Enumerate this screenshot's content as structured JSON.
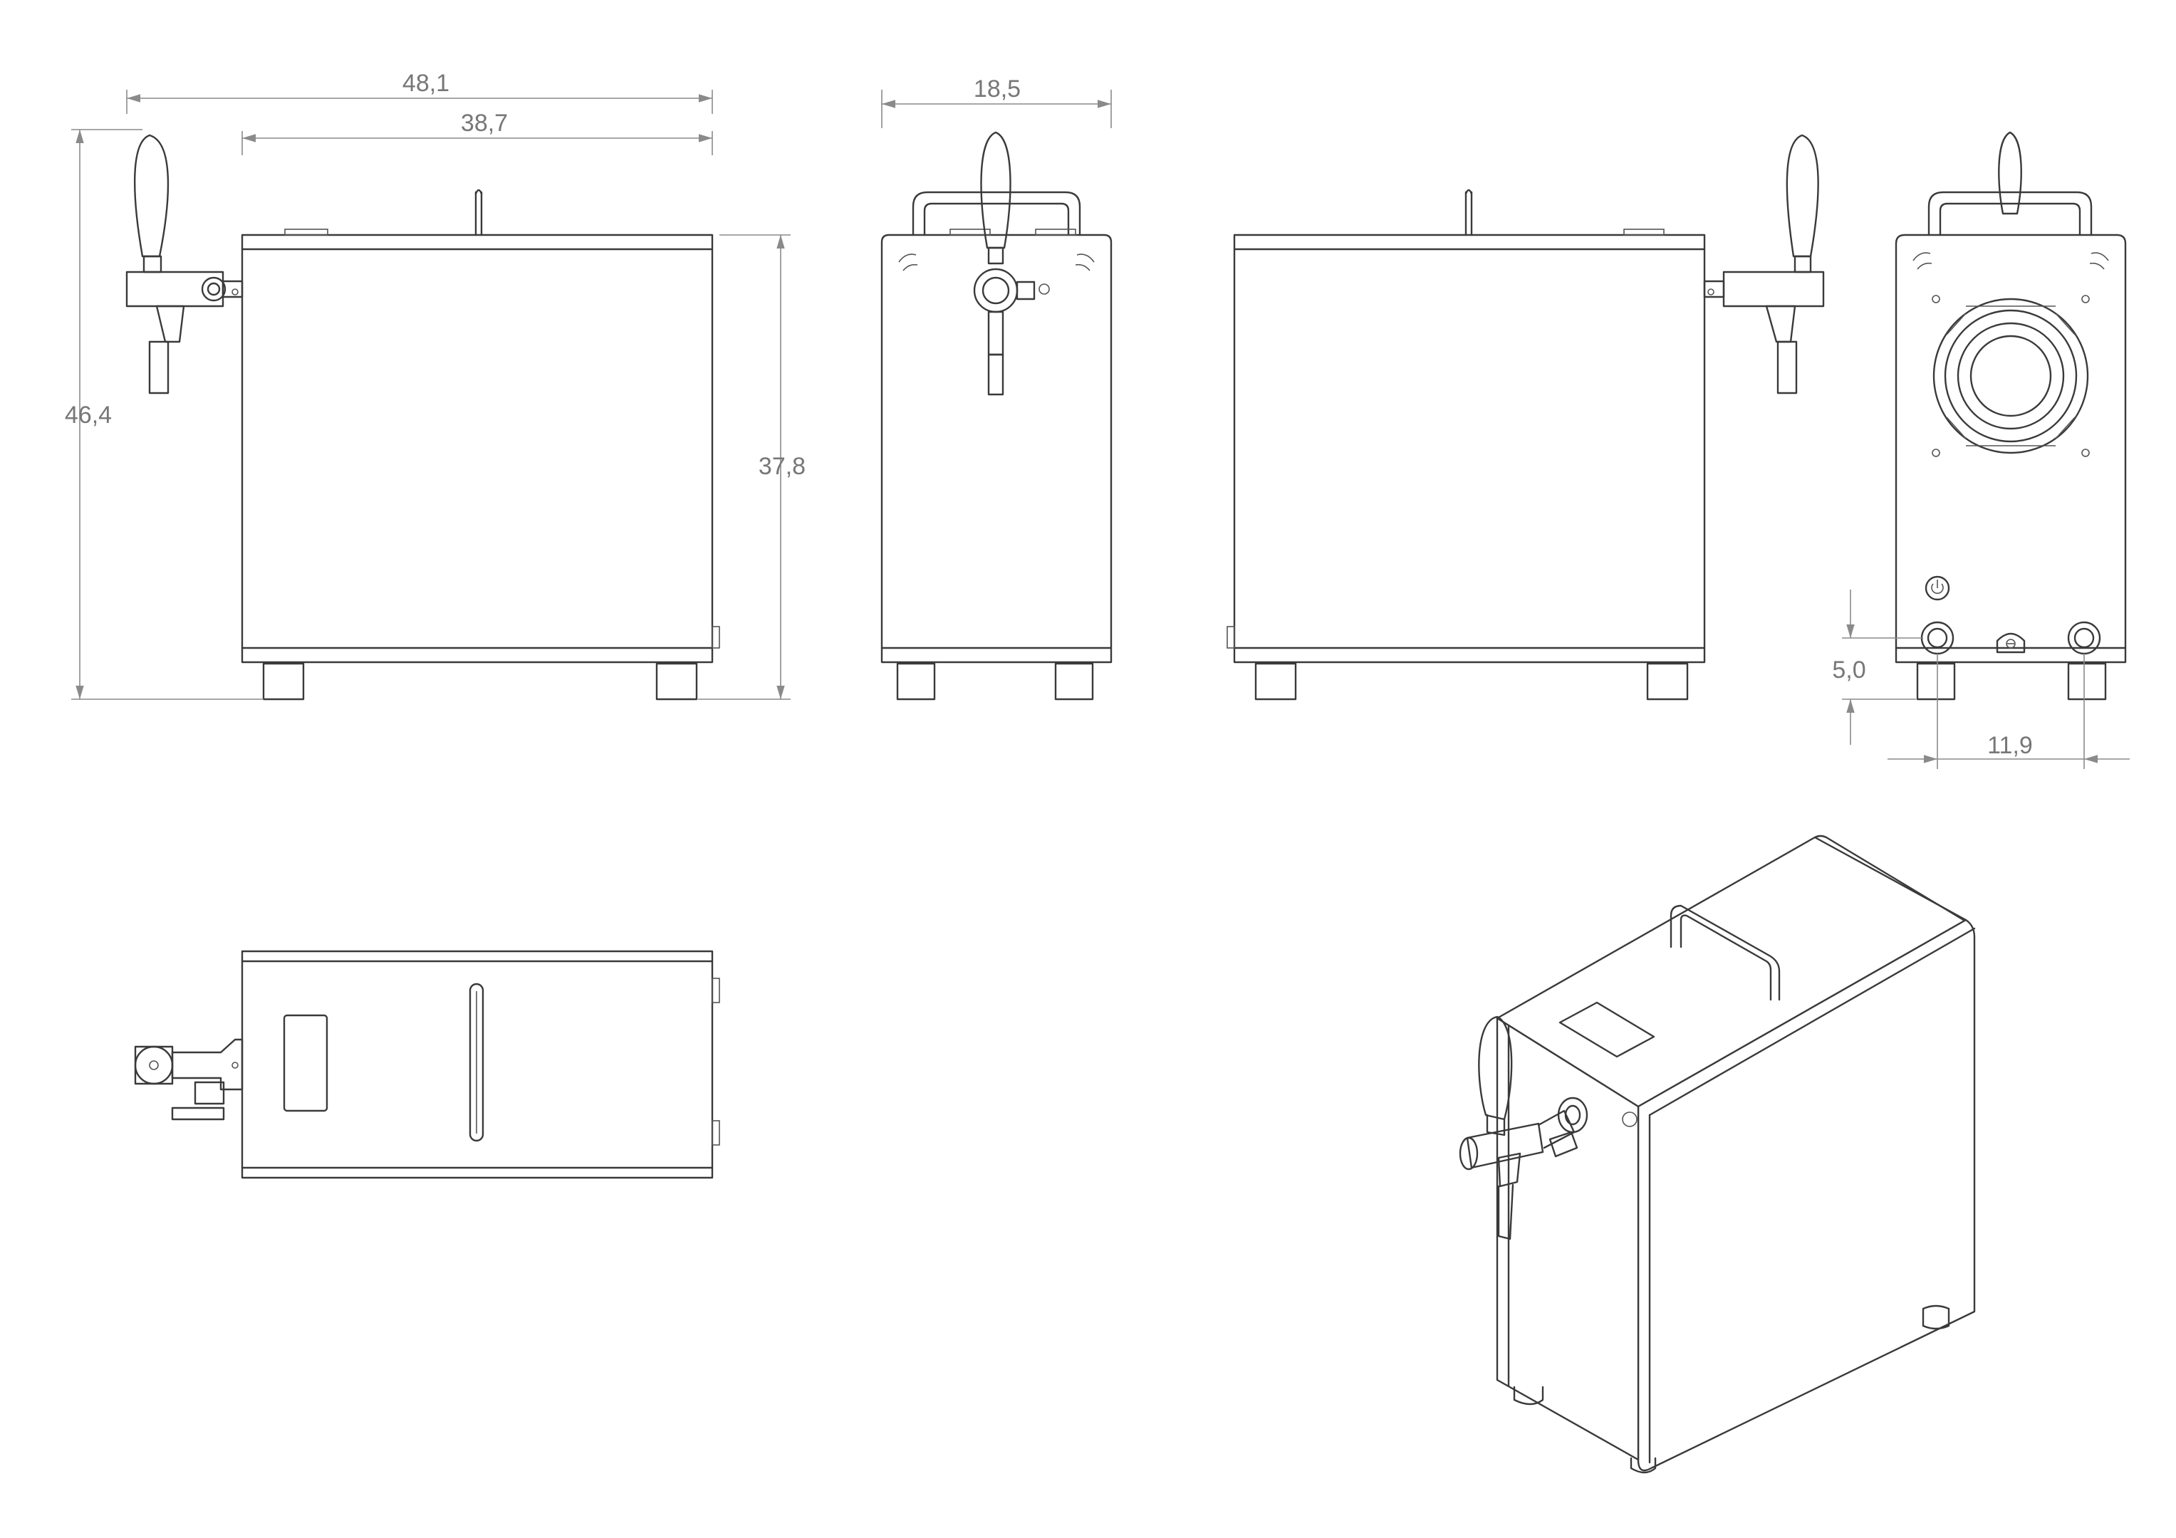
{
  "drawing": {
    "dimensions": {
      "overall_width": "48,1",
      "body_width": "38,7",
      "side_width": "18,5",
      "overall_height": "46,4",
      "body_height": "37,8",
      "connector_height": "5,0",
      "connector_spacing": "11,9"
    },
    "colors": {
      "line": "#3a3a3a",
      "dimension": "#8a8a8a",
      "text": "#777777",
      "background": "#ffffff"
    },
    "icons": [
      "power-icon",
      "fan-grille-icon",
      "drain-icon"
    ]
  }
}
